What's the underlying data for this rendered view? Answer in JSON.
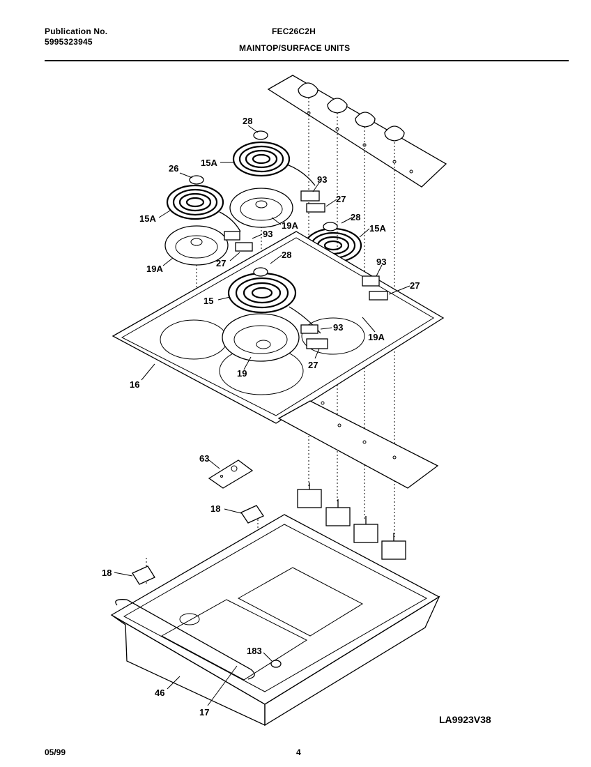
{
  "header": {
    "publication_label": "Publication No.",
    "publication_number": "5995323945",
    "model": "FEC26C2H",
    "section_title": "MAINTOP/SURFACE UNITS"
  },
  "labels": {
    "l28a": "28",
    "l15a_top": "15A",
    "l26": "26",
    "l93a": "93",
    "l27a": "27",
    "l15a_left": "15A",
    "l19a_mid": "19A",
    "l93b": "93",
    "l28b": "28",
    "l15a_right": "15A",
    "l19a_left": "19A",
    "l27b": "27",
    "l28c": "28",
    "l93c": "93",
    "l27c": "27",
    "l15": "15",
    "l93d": "93",
    "l19a_right": "19A",
    "l16": "16",
    "l19": "19",
    "l27d": "27",
    "l63": "63",
    "l18a": "18",
    "l18b": "18",
    "l183": "183",
    "l46": "46",
    "l17": "17"
  },
  "footer": {
    "date": "05/99",
    "page": "4",
    "doc_id": "LA9923V38"
  }
}
